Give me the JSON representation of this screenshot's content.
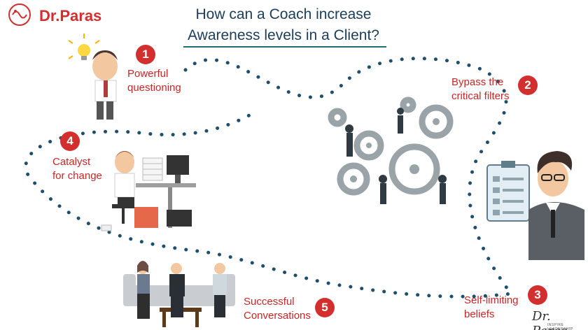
{
  "logo": {
    "text": "Dr.Paras"
  },
  "title": {
    "line1": "How can a Coach increase",
    "line2": "Awareness levels in a Client?"
  },
  "steps": [
    {
      "number": "1",
      "line1": "Powerful",
      "line2": "questioning"
    },
    {
      "number": "2",
      "line1": "Bypass the",
      "line2": "critical filters"
    },
    {
      "number": "3",
      "line1": "Self-limiting",
      "line2": "beliefs"
    },
    {
      "number": "4",
      "line1": "Catalyst",
      "line2": "for change"
    },
    {
      "number": "5",
      "line1": "Successful",
      "line2": "Conversations"
    }
  ],
  "signature": {
    "text": "Dr. Paras",
    "subtitle": "INSPIRE LEADERSHIP TRANSITIONS"
  },
  "colors": {
    "accent": "#d32f2f",
    "path": "#1e4f6d",
    "title": "#1c3d5a"
  }
}
